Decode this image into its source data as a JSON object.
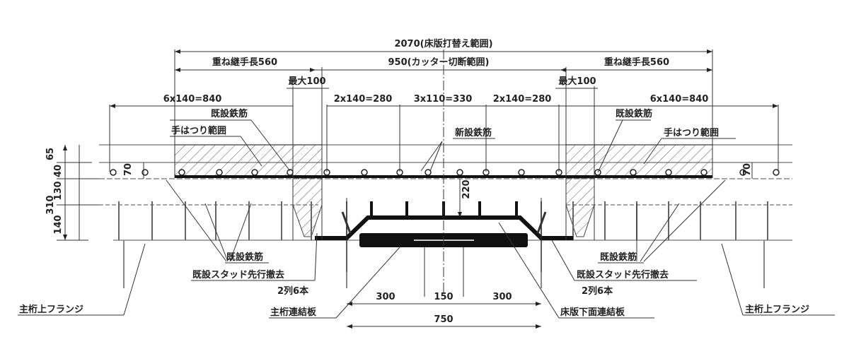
{
  "dims": {
    "total": "2070(床版打替え範囲)",
    "lap_left": "重ね継手長560",
    "cut": "950(カッター切断範囲)",
    "lap_right": "重ね継手長560",
    "max_left": "最大100",
    "max_right": "最大100",
    "sp_left": "6x140=840",
    "sp_2l": "2x140=280",
    "sp_mid": "3x110=330",
    "sp_2r": "2x140=280",
    "sp_right": "6x140=840",
    "v65": "65",
    "v40": "40",
    "v130": "130",
    "v310": "310",
    "v140": "140",
    "v70l": "70",
    "v70r": "70",
    "v220": "220",
    "b300l": "300",
    "b150": "150",
    "b300r": "300",
    "b750": "750"
  },
  "labels": {
    "existing_rebar_top_l": "既設鉄筋",
    "chipping_l": "手はつり範囲",
    "new_rebar": "新設鉄筋",
    "existing_rebar_top_r": "既設鉄筋",
    "chipping_r": "手はつり範囲",
    "existing_rebar_bot_l": "既設鉄筋",
    "stud_removal_l": "既設スタッド先行撤去",
    "rows_l": "2列6本",
    "flange_l": "主桁上フランジ",
    "girder_plate": "主桁連結板",
    "existing_rebar_bot_r": "既設鉄筋",
    "stud_removal_r": "既設スタッド先行撤去",
    "rows_r": "2列6本",
    "slab_plate": "床版下面連結板",
    "flange_r": "主桁上フランジ"
  }
}
